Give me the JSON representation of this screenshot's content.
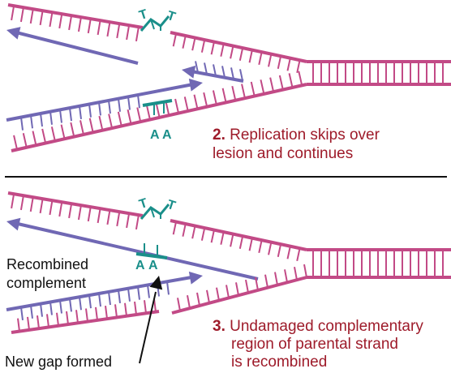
{
  "colors": {
    "parental": "#c24a86",
    "new_strand": "#7068b4",
    "lesion": "#1a8f8a",
    "caption": "#9e1b2a",
    "text": "#111111"
  },
  "panel2": {
    "lesion_bases_top": [
      "T",
      "T"
    ],
    "lesion_bases_bottom": [
      "A",
      "A"
    ],
    "caption_number": "2.",
    "caption_lines": [
      "Replication skips over",
      "lesion and continues"
    ]
  },
  "panel3": {
    "lesion_bases_top": [
      "T",
      "T"
    ],
    "lesion_bases_bottom": [
      "A",
      "A"
    ],
    "label_recombined": [
      "Recombined",
      "complement"
    ],
    "label_gap": "New gap formed",
    "caption_number": "3.",
    "caption_lines": [
      "Undamaged complementary",
      "region of parental strand",
      "is recombined"
    ]
  }
}
